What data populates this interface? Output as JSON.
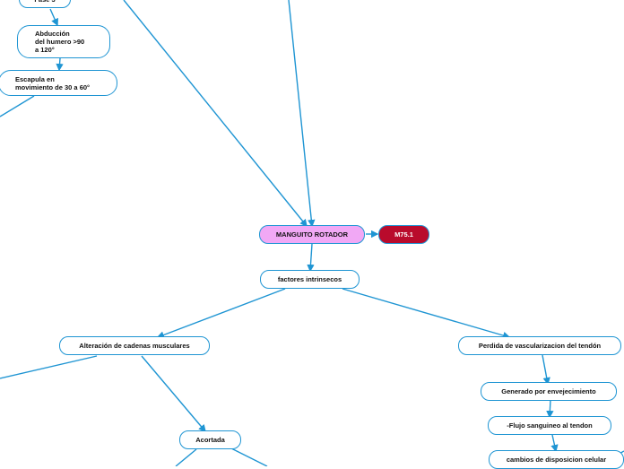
{
  "nodes": {
    "fase3": "Fase 3",
    "abduccion": "Abducción\ndel humero >90\na 120°",
    "escapula": "Escapula en\nmovimiento de 30 a 60°",
    "manguito": "MANGUITO ROTADOR",
    "m751": "M75.1",
    "factores": "factores intrinsecos",
    "alteracion": "Alteración de cadenas musculares",
    "perdida": "Perdida de vascularizacion del tendón",
    "generado": "Generado  por envejecimiento",
    "flujo": "-Flujo sanguineo al tendon",
    "cambios": "cambios de disposicion celular",
    "acortada": "Acortada"
  },
  "colors": {
    "line": "#1f95d3",
    "root_fill": "#f1a8f5",
    "code_fill": "#b90b2c"
  }
}
